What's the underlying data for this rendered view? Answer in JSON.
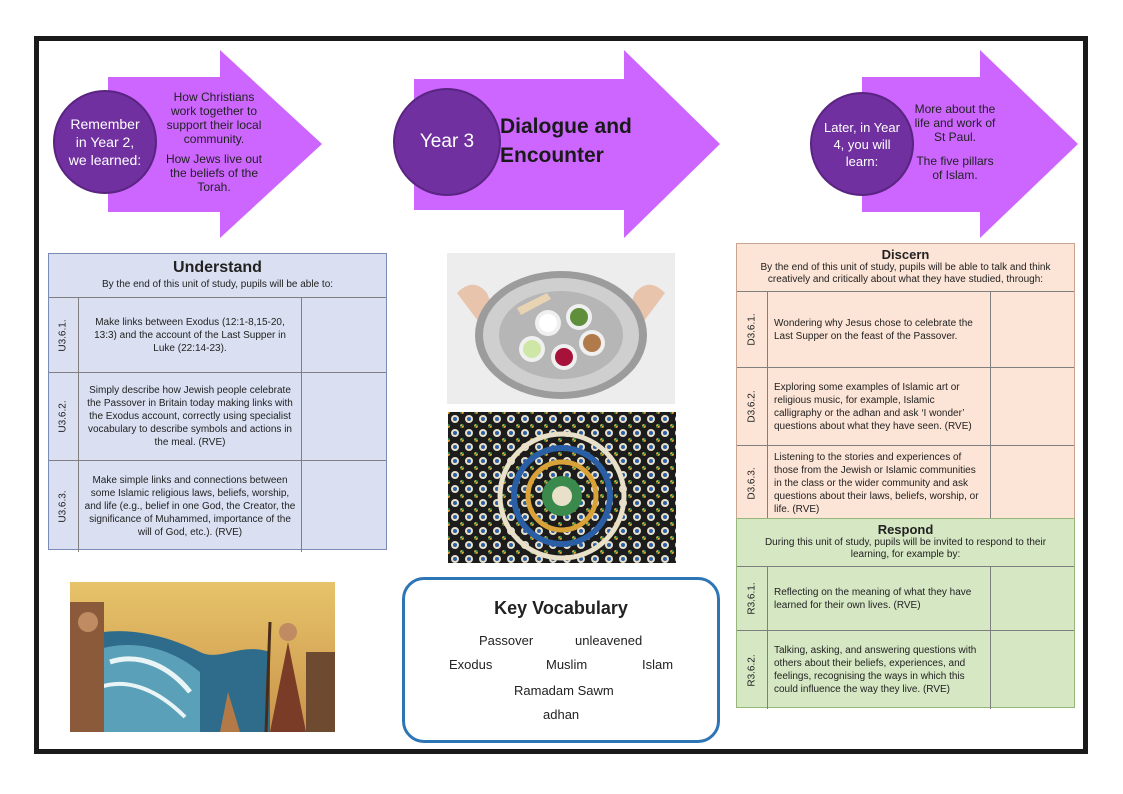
{
  "arrows": {
    "left": {
      "circle": "Remember in Year 2, we learned:",
      "items": [
        "How Christians work together  to support their local community.",
        "How Jews  live out the  beliefs of the Torah."
      ]
    },
    "center": {
      "circle": "Year 3",
      "title": "Dialogue and Encounter"
    },
    "right": {
      "circle": "Later, in Year 4, you will learn:",
      "items": [
        "More about the life and work of St Paul.",
        "The five pillars of Islam."
      ]
    }
  },
  "understand": {
    "title": "Understand",
    "subtitle": "By the end of this unit of study, pupils will be able to:",
    "rows": [
      {
        "code": "U3.6.1.",
        "text": "Make links between Exodus (12:1-8,15-20, 13:3) and the account of the Last Supper in Luke (22:14-23)."
      },
      {
        "code": "U3.6.2.",
        "text": "Simply describe how Jewish people celebrate the Passover in Britain today making links with the Exodus account, correctly using specialist vocabulary to describe symbols and actions in the meal. (RVE)"
      },
      {
        "code": "U3.6.3.",
        "text": "Make simple links and connections between some Islamic religious laws, beliefs, worship, and life (e.g., belief in one God, the Creator, the significance of Muhammed, importance of the will of God, etc.). (RVE)"
      }
    ]
  },
  "discern": {
    "title": "Discern",
    "subtitle": "By the end of this unit of study, pupils will be able to talk and think creatively and critically about what they have studied, through:",
    "rows": [
      {
        "code": "D3.6.1.",
        "text": "Wondering why Jesus chose to celebrate the Last Supper on the feast of the Passover."
      },
      {
        "code": "D3.6.2.",
        "text": "Exploring some examples of Islamic art or religious music, for example, Islamic calligraphy or the adhan and ask ‘I wonder’ questions about what they have seen. (RVE)"
      },
      {
        "code": "D3.6.3.",
        "text": "Listening to the stories and experiences of those from the Jewish or Islamic communities in the class or the wider community and ask questions about their laws, beliefs, worship, or life. (RVE)"
      }
    ]
  },
  "respond": {
    "title": "Respond",
    "subtitle": "During this unit of study, pupils will be invited to respond to their learning, for example by:",
    "rows": [
      {
        "code": "R3.6.1.",
        "text": "Reflecting on the meaning of what they have learned for their own lives. (RVE)"
      },
      {
        "code": "R3.6.2.",
        "text": "Talking, asking, and answering questions with others about their beliefs, experiences, and feelings, recognising the ways in which this could influence the way they live. (RVE)"
      }
    ]
  },
  "vocab": {
    "title": "Key Vocabulary",
    "words": [
      "Passover",
      "unleavened",
      "Exodus",
      "Muslim",
      "Islam",
      "Ramadam Sawm",
      "adhan"
    ]
  },
  "colors": {
    "arrow": "#cc66ff",
    "circle": "#7030a0",
    "understand": "#dae0f2",
    "discern": "#fce4d6",
    "respond": "#d6e7c4",
    "vocab_border": "#2e75b6"
  }
}
